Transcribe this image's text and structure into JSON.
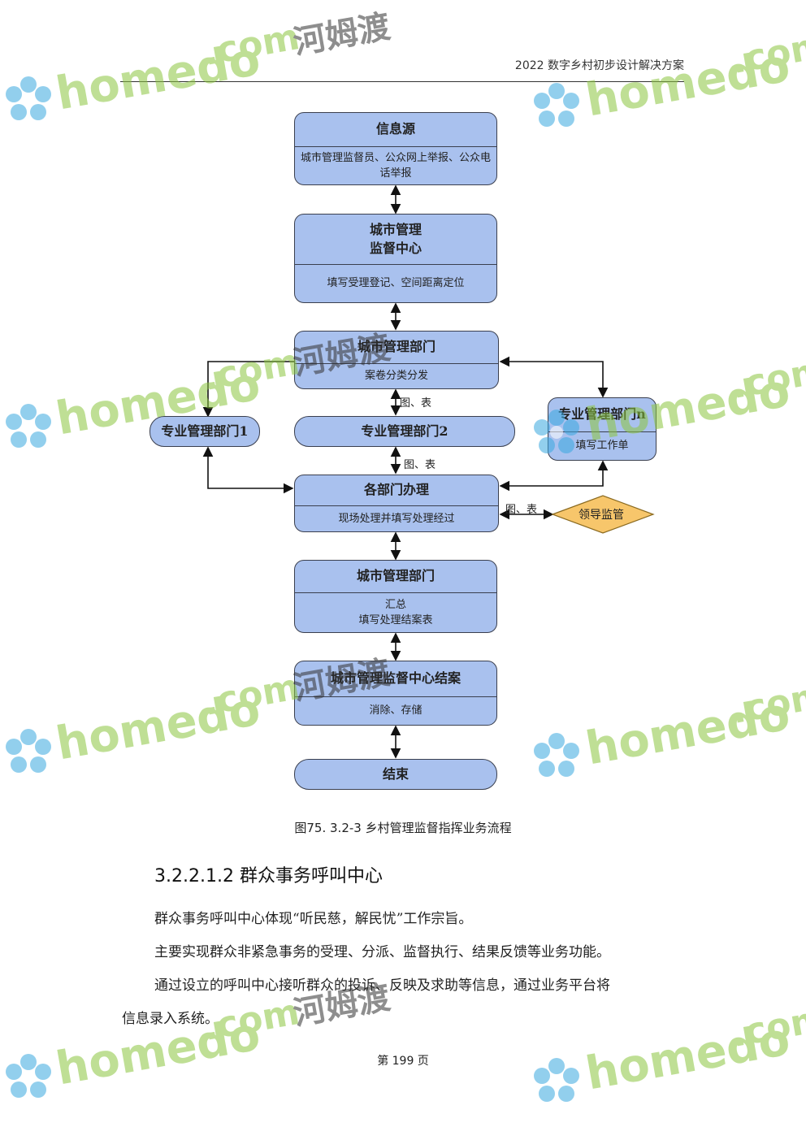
{
  "header": {
    "title": "2022 数字乡村初步设计解决方案"
  },
  "flow": {
    "info_source": {
      "title": "信息源",
      "desc": "城市管理监督员、公众网上举报、公众电话举报"
    },
    "supervision_center": {
      "title_line1": "城市管理",
      "title_line2": "监督中心",
      "desc": "填写受理登记、空间距离定位"
    },
    "city_dept": {
      "title": "城市管理部门",
      "desc": "案卷分类分发"
    },
    "dept1": {
      "title": "专业管理部门1"
    },
    "dept2": {
      "title": "专业管理部门2"
    },
    "deptn": {
      "title": "专业管理部门n",
      "desc": "填写工作单"
    },
    "handling": {
      "title": "各部门办理",
      "desc": "现场处理并填写处理经过"
    },
    "leader": {
      "title": "领导监管"
    },
    "city_dept_summary": {
      "title": "城市管理部门",
      "desc_line1": "汇总",
      "desc_line2": "填写处理结案表"
    },
    "close_case": {
      "title": "城市管理监督中心结案",
      "desc": "消除、存储"
    },
    "end": {
      "title": "结束"
    },
    "labels": {
      "chart_table_1": "图、表",
      "chart_table_2": "图、表",
      "chart_table_3": "图、表"
    }
  },
  "caption": "图75. 3.2-3 乡村管理监督指挥业务流程",
  "section_heading": "3.2.2.1.2 群众事务呼叫中心",
  "paragraphs": [
    "群众事务呼叫中心体现“听民慈，解民忧”工作宗旨。",
    "主要实现群众非紧急事务的受理、分派、监督执行、结果反馈等业务功能。",
    "通过设立的呼叫中心接听群众的投诉、反映及求助等信息，通过业务平台将",
    "信息录入系统。"
  ],
  "footer": {
    "page": "第 199 页"
  },
  "watermark": {
    "brand": "homedo",
    "domain": ".com",
    "cn": "河姆渡"
  },
  "colors": {
    "box_fill": "#a9c1ee",
    "diamond_fill": "#f7c66b",
    "watermark_green": "#8cc63f",
    "watermark_blue": "#3aa8e0"
  }
}
